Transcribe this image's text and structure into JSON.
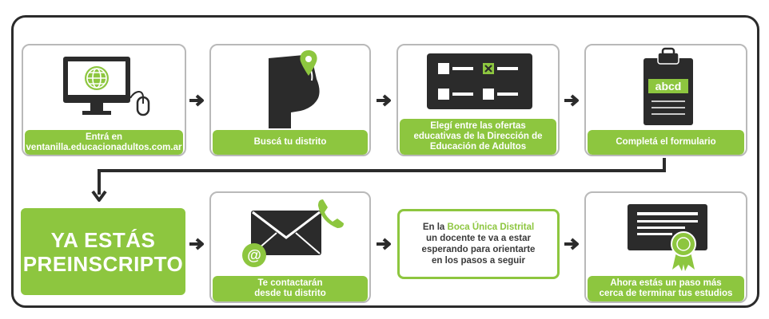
{
  "steps": {
    "s1": {
      "lines": [
        "Entrá en",
        "ventanilla.educacionadultos.com.ar"
      ]
    },
    "s2": {
      "lines": [
        "Buscá tu distrito"
      ]
    },
    "s3": {
      "lines": [
        "Elegí entre las ofertas",
        "educativas de la Dirección de",
        "Educación de Adultos"
      ]
    },
    "s4": {
      "lines": [
        "Completá el formulario"
      ],
      "clipboard_text": "abcd"
    },
    "s5": {
      "lines": [
        "YA ESTÁS",
        "PREINSCRIPTO"
      ]
    },
    "s6": {
      "lines": [
        "Te contactarán",
        "desde tu distrito"
      ],
      "at_symbol": "@"
    },
    "s7": {
      "prefix": "En la ",
      "highlight": "Boca Única Distrital",
      "lines": [
        "un docente te va a estar",
        "esperando para orientarte",
        "en los pasos a  seguir"
      ]
    },
    "s8": {
      "lines": [
        "Ahora estás un paso más",
        "cerca de terminar tus estudios"
      ]
    }
  },
  "icons": [
    "computer-globe-icon",
    "map-pin-hand-icon",
    "checklist-icon",
    "clipboard-icon",
    "envelope-phone-icon",
    "certificate-icon"
  ],
  "colors": {
    "accent": "#8dc63f",
    "dark": "#2b2b2b",
    "border": "#b9b9b9"
  }
}
